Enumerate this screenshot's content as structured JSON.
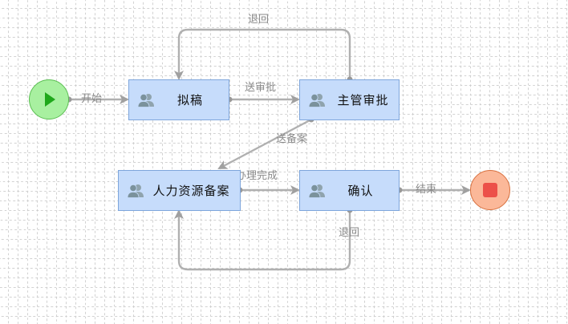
{
  "diagram": {
    "type": "workflow",
    "nodes": {
      "start": {
        "kind": "start-event",
        "icon": "play-icon"
      },
      "draft": {
        "kind": "user-task",
        "label": "拟稿",
        "icon": "user-group-icon"
      },
      "manager_approval": {
        "kind": "user-task",
        "label": "主管审批",
        "icon": "user-group-icon"
      },
      "hr_filing": {
        "kind": "user-task",
        "label": "人力资源备案",
        "icon": "user-group-icon"
      },
      "confirm": {
        "kind": "user-task",
        "label": "确认",
        "icon": "user-group-icon"
      },
      "end": {
        "kind": "end-event",
        "icon": "stop-icon"
      }
    },
    "edges": {
      "start_to_draft": {
        "from": "start",
        "to": "draft",
        "label": "开始"
      },
      "draft_to_manager": {
        "from": "draft",
        "to": "manager_approval",
        "label": "送审批"
      },
      "manager_to_draft": {
        "from": "manager_approval",
        "to": "draft",
        "label": "退回"
      },
      "manager_to_hr": {
        "from": "manager_approval",
        "to": "hr_filing",
        "label": "送备案"
      },
      "hr_to_confirm": {
        "from": "hr_filing",
        "to": "confirm",
        "label": "办理完成"
      },
      "confirm_to_hr": {
        "from": "confirm",
        "to": "hr_filing",
        "label": "退回"
      },
      "confirm_to_end": {
        "from": "confirm",
        "to": "end",
        "label": "结束"
      }
    },
    "colors": {
      "task_fill": "#c6dcfb",
      "task_border": "#7ea6dc",
      "start_fill": "#a8f0a0",
      "start_icon": "#1fa81b",
      "end_fill": "#fbb899",
      "end_icon": "#ec5149",
      "edge": "#b0b0b0",
      "edge_label": "#8a8a8a"
    }
  }
}
